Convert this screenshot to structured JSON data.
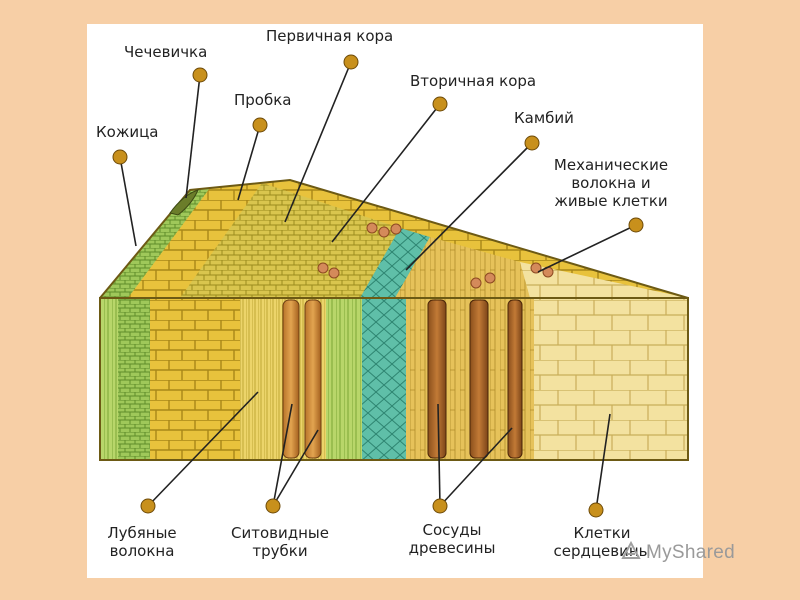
{
  "labels": {
    "chechevichka": "Чечевичка",
    "pervichnaya_kora": "Первичная кора",
    "probka": "Пробка",
    "vtorichnaya_kora": "Вторичная кора",
    "kozhitsa": "Кожица",
    "kambiy": "Камбий",
    "mekh_line1": "Механические",
    "mekh_line2": "волокна и",
    "mekh_line3": "живые клетки",
    "lub_line1": "Лубяные",
    "lub_line2": "волокна",
    "sito_line1": "Ситовидные",
    "sito_line2": "трубки",
    "sos_line1": "Сосуды",
    "sos_line2": "древесины",
    "klet_line1": "Клетки",
    "klet_line2": "сердцевины"
  },
  "watermark": "MyShared",
  "colors": {
    "background": "#f7cfa6",
    "pin": "#c8901c",
    "leader": "#222222"
  }
}
